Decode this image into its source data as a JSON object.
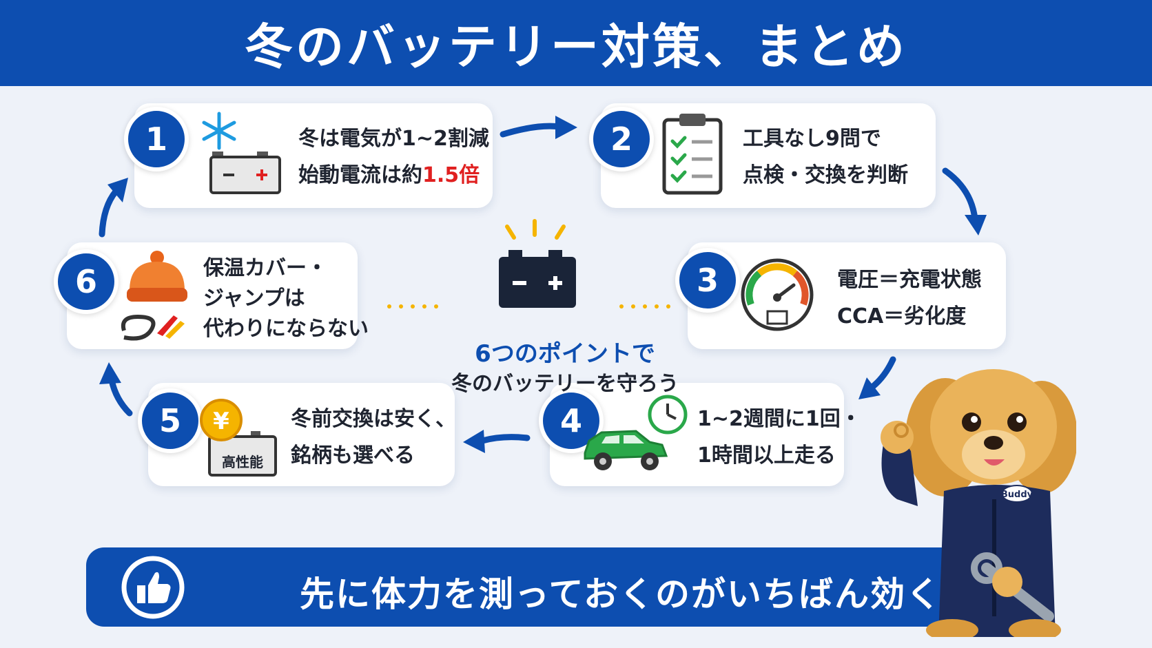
{
  "title": "冬のバッテリー対策、まとめ",
  "center": {
    "title": "6つのポイントで",
    "subtitle": "冬のバッテリーを守ろう"
  },
  "cards": [
    {
      "num": "1",
      "line1": "冬は電気が1~2割減",
      "line2_pre": "始動電流は約",
      "line2_hl": "1.5倍"
    },
    {
      "num": "2",
      "line1": "工具なし9問で",
      "line2": "点検・交換を判断"
    },
    {
      "num": "3",
      "line1": "電圧＝充電状態",
      "line2": "CCA＝劣化度"
    },
    {
      "num": "4",
      "line1": "1~2週間に1回・",
      "line2": "1時間以上走る"
    },
    {
      "num": "5",
      "line1": "冬前交換は安く、",
      "line2": "銘柄も選べる",
      "badge": "高性能",
      "coin": "¥"
    },
    {
      "num": "6",
      "line1": "保温カバー・",
      "line2": "ジャンプは",
      "line3": "代わりにならない"
    }
  ],
  "bottom": {
    "text": "先に体力を測っておくのがいちばん効く"
  },
  "mascot": {
    "badge": "Buddy"
  },
  "colors": {
    "primary": "#0d4eb0",
    "highlight": "#e02020",
    "accent": "#f5b400"
  }
}
